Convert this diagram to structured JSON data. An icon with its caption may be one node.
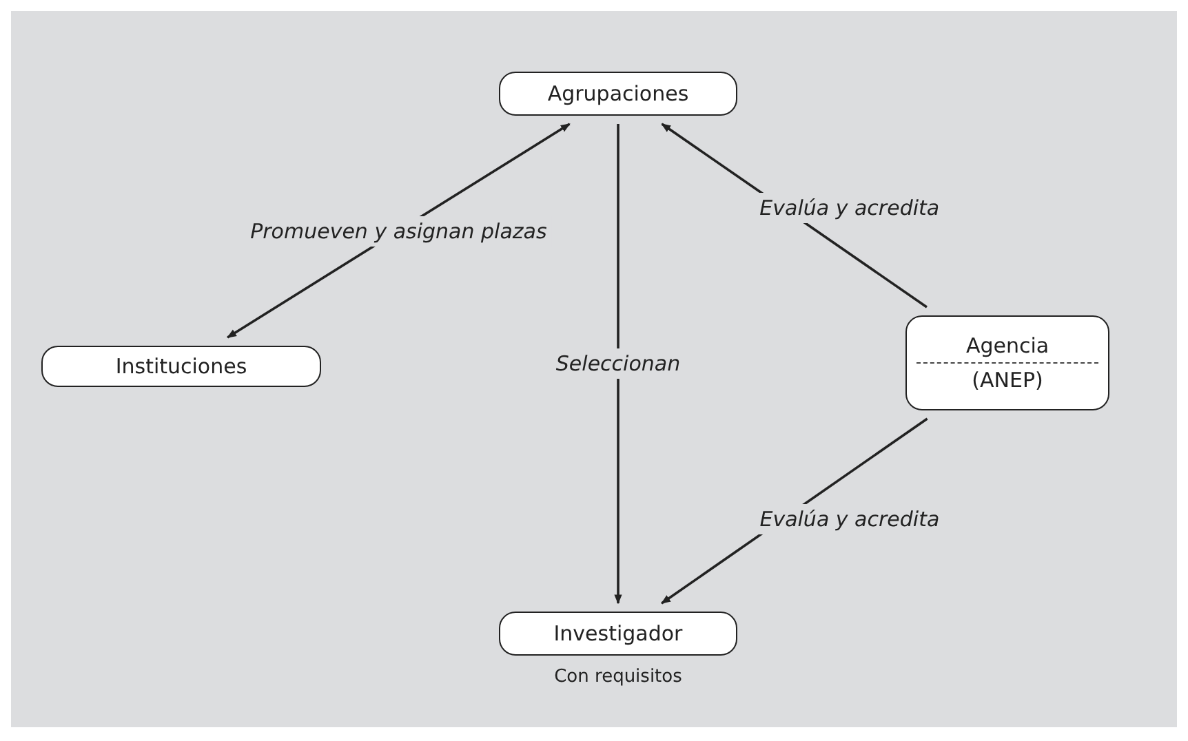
{
  "diagram": {
    "nodes": [
      {
        "text": [
          "Agrupaciones"
        ]
      },
      {
        "text": [
          "Instituciones"
        ]
      },
      {
        "text": [
          "Agencia",
          "(ANEP)"
        ]
      },
      {
        "text": [
          "Investigador"
        ],
        "beside": [
          "Con requisitos"
        ]
      }
    ],
    "edges": [
      {
        "from": 1,
        "to": 0,
        "arrow": "both",
        "label": "Promueven y asignan plazas"
      },
      {
        "from": 0,
        "to": 3,
        "arrow": "to",
        "label": "Seleccionan"
      },
      {
        "from": 2,
        "to": 0,
        "arrow": "to",
        "label": "Evalúa y acredita"
      },
      {
        "from": 2,
        "to": 3,
        "arrow": "to",
        "label": "Evalúa y acredita"
      }
    ]
  }
}
